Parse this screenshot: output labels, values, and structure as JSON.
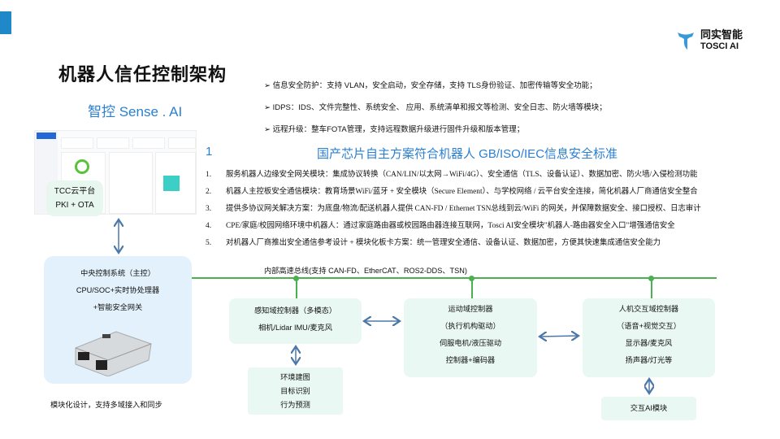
{
  "page": {
    "title": "机器人信任控制架构",
    "subtitle": "智控 Sense . AI"
  },
  "logo": {
    "cn": "同实智能",
    "en": "TOSCI AI",
    "color": "#3a9ad9"
  },
  "features": [
    "信息安全防护：支持 VLAN，安全启动，安全存储，支持 TLS身份验证、加密传输等安全功能；",
    "IDPS：IDS、文件完整性、系统安全、 应用、系统清单和报文等检测、安全日志、防火墙等模块；",
    "远程升级：整车FOTA管理，支持远程数据升级进行固件升级和版本管理；"
  ],
  "standard": {
    "marker": "1",
    "heading": "国产芯片自主方案符合机器人 GB/ISO/IEC信息安全标准",
    "items": [
      {
        "n": "1.",
        "text": "服务机器人边缘安全网关模块：集成协议转换（CAN/LIN/以太网→WiFi/4G）、安全通信（TLS、设备认证）、数据加密、防火墙/入侵检测功能"
      },
      {
        "n": "2.",
        "text": "机器人主控板安全通信模块：教育场景WiFi/蓝牙 + 安全模块（Secure Element）、与学校网络 / 云平台安全连接，简化机器人厂商通信安全整合"
      },
      {
        "n": "3.",
        "text": "提供多协议网关解决方案：为底盘/物流/配送机器人提供 CAN-FD / Ethernet TSN总线到云/WiFi 的网关，并保障数据安全、接口授权、日志审计"
      },
      {
        "n": "4.",
        "text": "CPE/家庭/校园网络环境中机器人：通过家庭路由器或校园路由器连接互联网，Tosci AI安全模块\"机器人-路由器安全入口\"增强通信安全"
      },
      {
        "n": "5.",
        "text": "对机器人厂商推出安全通信参考设计 + 模块化板卡方案：统一管理安全通信、设备认证、数据加密，方便其快速集成通信安全能力"
      }
    ]
  },
  "cloud": {
    "line1": "TCC云平台",
    "line2": "PKI + OTA"
  },
  "central": {
    "line1": "中央控制系统（主控）",
    "line2": "CPU/SOC+实时协处理器",
    "line3": "+智能安全网关",
    "caption": "模块化设计，支持多域接入和同步"
  },
  "bus": {
    "label": "内部高速总线(支持 CAN-FD、EtherCAT、ROS2-DDS、TSN)",
    "color": "#4caf50"
  },
  "perception": {
    "title": "感知域控制器（多模态）",
    "line2": "相机/Lidar IMU/麦克风",
    "sub": [
      "环境建图",
      "目标识别",
      "行为预测"
    ]
  },
  "motion": {
    "lines": [
      "运动域控制器",
      "（执行机构驱动）",
      "伺服电机/液压驱动",
      "控制器+编码器"
    ]
  },
  "hmi": {
    "lines": [
      "人机交互域控制器",
      "（语音+视觉交互）",
      "显示器/麦克风",
      "扬声器/灯光等"
    ],
    "sub": "交互AI模块"
  },
  "colors": {
    "accent": "#2b7fd0",
    "arrow": "#4a78a8",
    "box": "#e9f8f2",
    "central": "#e2f1fb"
  }
}
